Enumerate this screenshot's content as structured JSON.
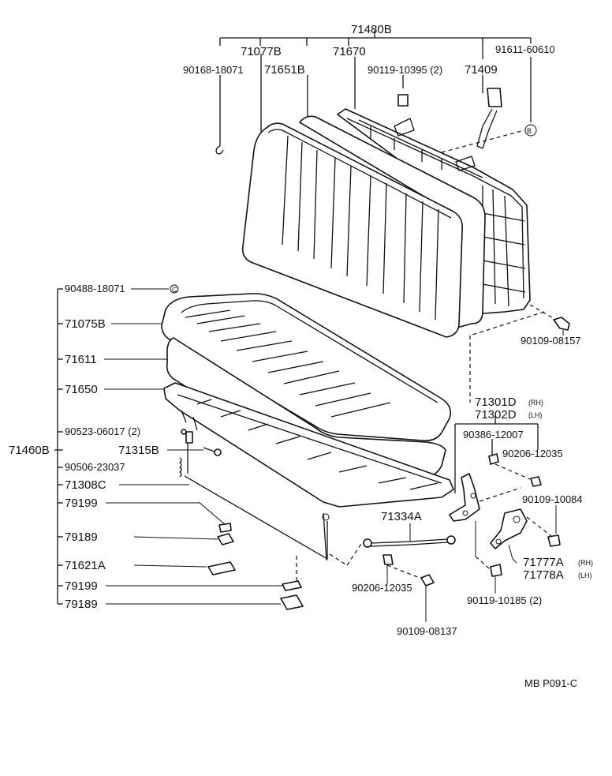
{
  "diagram": {
    "code": "MB P091-C",
    "labels": {
      "l71480B": "71480B",
      "l71077B": "71077B",
      "l71670": "71670",
      "l90168": "90168-18071",
      "l71651B": "71651B",
      "l90119a": "90119-10395 (2)",
      "l71409": "71409",
      "l91611": "91611-60610",
      "l90488": "90488-18071",
      "l71075B": "71075B",
      "l71611": "71611",
      "l71650": "71650",
      "l90523": "90523-06017 (2)",
      "l71460B": "71460B",
      "l71315B": "71315B",
      "l90506": "90506-23037",
      "l71308C": "71308C",
      "l79199a": "79199",
      "l79189a": "79189",
      "l71621A": "71621A",
      "l79199b": "79199",
      "l79189b": "79189",
      "l90109a": "90109-08157",
      "l71301D": "71301D",
      "l71302D": "71302D",
      "rh1": "(RH)",
      "lh1": "(LH)",
      "l90386": "90386-12007",
      "l90206a": "90206-12035",
      "l90109b": "90109-10084",
      "l71334A": "71334A",
      "l71777A": "71777A",
      "l71778A": "71778A",
      "rh2": "(RH)",
      "lh2": "(LH)",
      "l90206b": "90206-12035",
      "l90119b": "90119-10185 (2)",
      "l90109c": "90109-08137",
      "refB": "B",
      "refC": "C"
    }
  }
}
